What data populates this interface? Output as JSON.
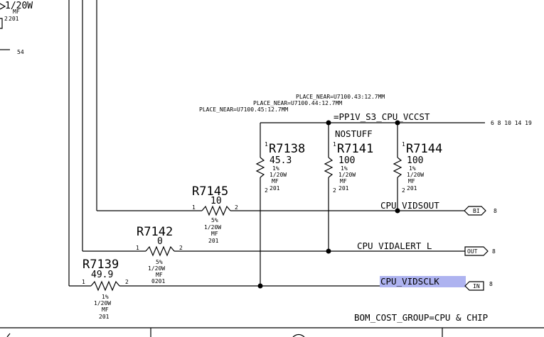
{
  "schematic": {
    "top_left": {
      "tolerance": "1/20W",
      "type": "MF",
      "size": "201",
      "pin2": "2",
      "page_num": "54"
    },
    "place_notes": {
      "near_43": "PLACE_NEAR=U7100.43:12.7MM",
      "near_44": "PLACE_NEAR=U7100.44:12.7MM",
      "near_45": "PLACE_NEAR=U7100.45:12.7MM"
    },
    "power_net": {
      "name": "=PP1V_S3_CPU_VCCST",
      "pages": "6 8 10 14 19"
    },
    "nostuff": "NOSTUFF",
    "resistors": {
      "r7138": {
        "pin1": "1",
        "ref": "R7138",
        "value": "45.3",
        "tol": "1%",
        "power": "1/20W",
        "type": "MF",
        "pin2": "2",
        "size": "201"
      },
      "r7141": {
        "pin1": "1",
        "ref": "R7141",
        "value": "100",
        "tol": "1%",
        "power": "1/20W",
        "type": "MF",
        "pin2": "2",
        "size": "201"
      },
      "r7144": {
        "pin1": "1",
        "ref": "R7144",
        "value": "100",
        "tol": "1%",
        "power": "1/20W",
        "type": "MF",
        "pin2": "2",
        "size": "201"
      },
      "r7145": {
        "ref": "R7145",
        "value": "10",
        "pin1": "1",
        "pin2": "2",
        "tol": "5%",
        "power": "1/20W",
        "type": "MF",
        "size": "201"
      },
      "r7142": {
        "ref": "R7142",
        "value": "0",
        "pin1": "1",
        "pin2": "2",
        "tol": "5%",
        "power": "1/20W",
        "type": "MF",
        "size": "0201"
      },
      "r7139": {
        "ref": "R7139",
        "value": "49.9",
        "pin1": "1",
        "pin2": "2",
        "tol": "1%",
        "power": "1/20W",
        "type": "MF",
        "size": "201"
      }
    },
    "nets": [
      {
        "name": "CPU_VIDSOUT",
        "port": "BI",
        "page": "8"
      },
      {
        "name": "CPU_VIDALERT_L",
        "port": "OUT",
        "page": "8"
      },
      {
        "name": "CPU_VIDSCLK",
        "port": "IN",
        "page": "8"
      }
    ],
    "bom": "BOM_COST_GROUP=CPU & CHIP"
  },
  "colors": {
    "line": "#000000",
    "highlight": "#aeb3f0"
  }
}
